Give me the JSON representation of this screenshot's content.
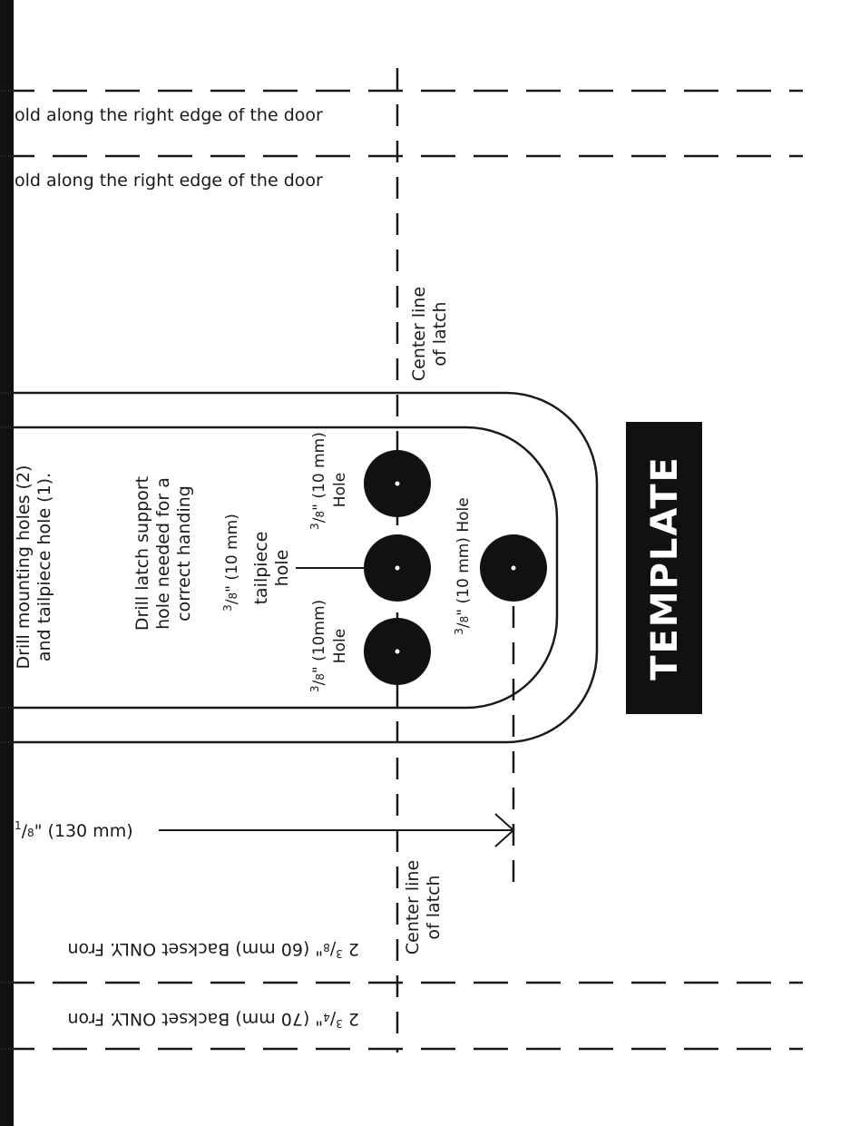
{
  "colors": {
    "ink": "#1a1a1a",
    "paper": "#ffffff",
    "strip": "#111111"
  },
  "fold_lines": {
    "top_a": "old along the right edge of the door",
    "top_b": "old along the right edge of the door",
    "bottom_a_pre": "2 ",
    "bottom_a_num": "3",
    "bottom_a_den": "8",
    "bottom_a_post": "\" (60 mm) Backset ONLY. Fron",
    "bottom_b_pre": "2 ",
    "bottom_b_num": "3",
    "bottom_b_den": "4",
    "bottom_b_post": "\" (70 mm) Backset ONLY. Fron"
  },
  "center_line": {
    "top_line1": "Center line",
    "top_line2": "of latch",
    "bottom_line1": "Center line",
    "bottom_line2": "of latch"
  },
  "instructions": {
    "mount_line1": "Drill mounting holes (2)",
    "mount_line2": "and tailpiece hole (1).",
    "support_line1": "Drill latch support",
    "support_line2": "hole needed for a",
    "support_line3": "correct handing"
  },
  "holes": {
    "top_num": "3",
    "top_den": "8",
    "top_size": "\" (10 mm)",
    "top_word": "Hole",
    "mid_num": "3",
    "mid_den": "8",
    "mid_size": "\" (10 mm)",
    "mid_word1": "tailpiece",
    "mid_word2": "hole",
    "bot_num": "3",
    "bot_den": "8",
    "bot_size": "\" (10mm)",
    "bot_word": "Hole",
    "support_num": "3",
    "support_den": "8",
    "support_text": "\" (10 mm) Hole"
  },
  "dimension": {
    "num": "1",
    "den": "8",
    "text": "\" (130 mm)"
  },
  "badge": {
    "label": "TEMPLATE"
  }
}
